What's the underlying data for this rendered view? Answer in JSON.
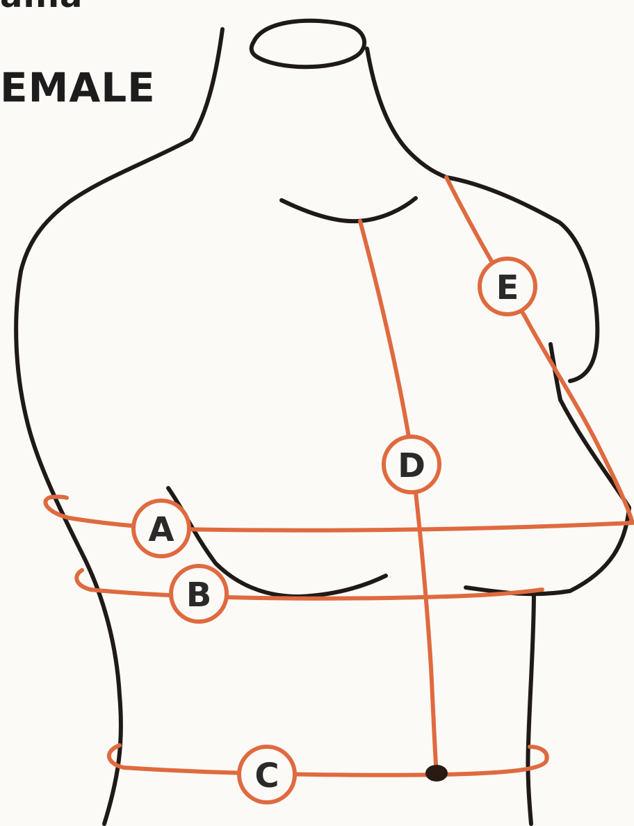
{
  "header": {
    "cutoff_text": "aina",
    "section_title": "EMALE"
  },
  "labels": {
    "a": "A",
    "b": "B",
    "c": "C",
    "d": "D",
    "e": "E"
  },
  "colors": {
    "measurement_line": "#df6a3f",
    "outline": "#1f1a18",
    "background": "#fbfaf6"
  }
}
